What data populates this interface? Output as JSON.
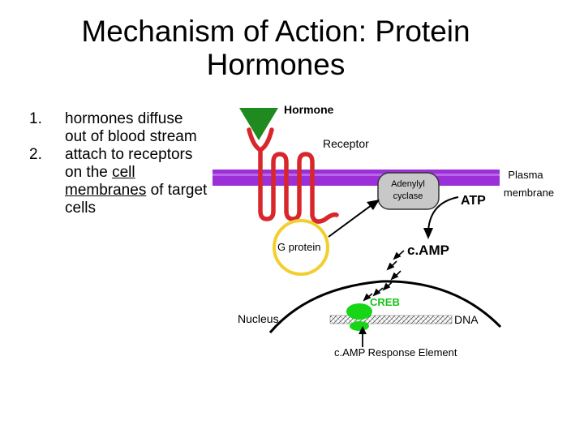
{
  "slide": {
    "title_line1": "Mechanism of Action: Protein",
    "title_line2": "Hormones",
    "list": [
      {
        "num": "1.",
        "text": "hormones diffuse out of blood stream"
      },
      {
        "num": "2.",
        "text_before": "attach to receptors on the ",
        "text_underlined": "cell membranes",
        "text_after": " of target cells"
      }
    ]
  },
  "diagram": {
    "labels": {
      "hormone": "Hormone",
      "receptor": "Receptor",
      "plasma_line1": "Plasma",
      "plasma_line2": "membrane",
      "adenylyl_line1": "Adenylyl",
      "adenylyl_line2": "cyclase",
      "atp": "ATP",
      "g_protein": "G protein",
      "camp": "c.AMP",
      "creb": "CREB",
      "nucleus": "Nucleus",
      "dna": "DNA",
      "response_element": "c.AMP Response Element"
    },
    "colors": {
      "membrane": "#9b30d9",
      "hormone": "#1f8a1f",
      "receptor": "#d8262b",
      "g_protein": "#f2cf2f",
      "creb": "#16d616",
      "creb_label": "#15c415",
      "enzyme": "#c8c8c8"
    }
  }
}
